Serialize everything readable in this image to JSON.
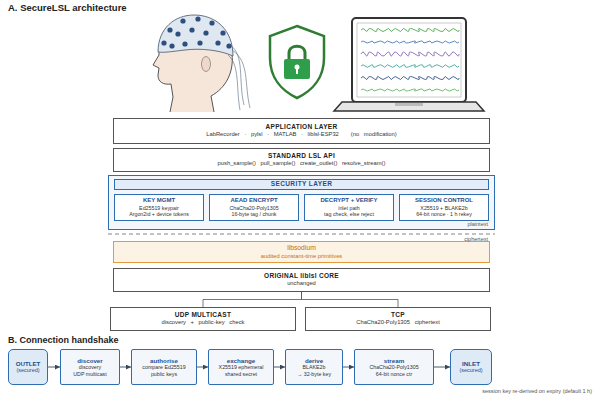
{
  "diagram": {
    "title": "A. SecureLSL architecture",
    "nodes": [
      {
        "text": [
          "APPLICATION LAYER",
          "LabRecorder · pylsl · MATLAB · liblsl-ESP32",
          "(no modification)"
        ]
      },
      {
        "text": [
          "STANDARD LSL API",
          "push_sample() pull_sample() create_outlet() resolve_stream()"
        ]
      },
      {
        "text": [
          "SECURITY LAYER"
        ]
      },
      {
        "text": [
          "KEY MGMT",
          "Ed25519 keypair",
          "Argon2id + device tokens"
        ],
        "in": 2
      },
      {
        "text": [
          "AEAD ENCRYPT",
          "ChaCha20-Poly1305",
          "16-byte tag / chunk"
        ],
        "in": 2
      },
      {
        "text": [
          "DECRYPT + VERIFY",
          "inlet path",
          "tag check, else reject"
        ],
        "in": 2
      },
      {
        "text": [
          "SESSION CONTROL",
          "X25519 + BLAKE2b",
          "64-bit nonce · 1 h rekey"
        ],
        "in": 2
      },
      {
        "text": [
          "libsodium",
          "audited constant-time primitives"
        ]
      },
      {
        "text": [
          "ORIGINAL liblsl CORE",
          "unchanged"
        ]
      },
      {
        "text": [
          "UDP MULTICAST",
          "discovery + public-key check"
        ]
      },
      {
        "text": [
          "TCP",
          "ChaCha20-Poly1305 ciphertext"
        ]
      },
      {
        "text": [
          "OUTLET",
          "(secured)"
        ]
      },
      {
        "text": [
          "discover",
          "discovery",
          "UDP multicast"
        ]
      },
      {
        "text": [
          "authorise",
          "compare Ed25519",
          "public keys"
        ]
      },
      {
        "text": [
          "exchange",
          "X25519 ephemeral",
          "shared secret"
        ]
      },
      {
        "text": [
          "derive",
          "BLAKE2b",
          "→ 32-byte key"
        ]
      },
      {
        "text": [
          "stream",
          "ChaCha20-Poly1305",
          "64-bit nonce ctr"
        ]
      },
      {
        "text": [
          "INLET",
          "(secured)"
        ]
      }
    ],
    "edges": [
      {
        "from": 8,
        "to": 9,
        "arrow": "none"
      },
      {
        "from": 8,
        "to": 10,
        "arrow": "none"
      },
      {
        "from": 11,
        "to": 12,
        "arrow": "to"
      },
      {
        "from": 12,
        "to": 13,
        "arrow": "to"
      },
      {
        "from": 13,
        "to": 14,
        "arrow": "to"
      },
      {
        "from": 14,
        "to": 15,
        "arrow": "to"
      },
      {
        "from": 15,
        "to": 16,
        "arrow": "to"
      },
      {
        "from": 16,
        "to": 17,
        "arrow": "to"
      }
    ],
    "labels": [
      "B. Connection handshake",
      "plaintext",
      "ciphertext",
      "session key re-derived on expiry (default 1 h)"
    ]
  }
}
